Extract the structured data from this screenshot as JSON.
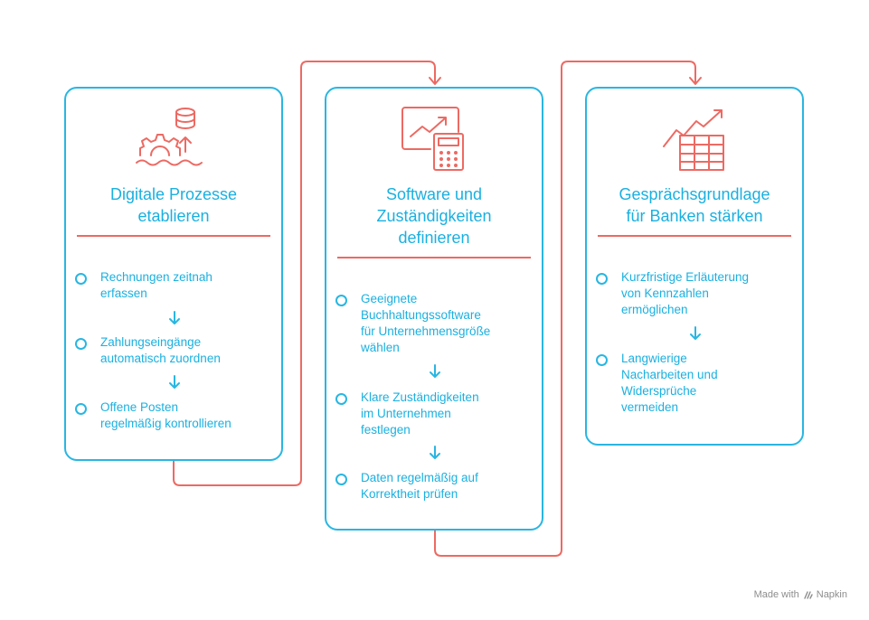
{
  "colors": {
    "accent_blue": "#29b6e2",
    "accent_red": "#ec6a63",
    "text_blue": "#1ab0e0"
  },
  "cards": [
    {
      "icon": "gear-database-upload-icon",
      "title": [
        "Digitale Prozesse",
        "etablieren"
      ],
      "steps": [
        [
          "Rechnungen zeitnah",
          "erfassen"
        ],
        [
          "Zahlungseingänge",
          "automatisch zuordnen"
        ],
        [
          "Offene Posten",
          "regelmäßig kontrollieren"
        ]
      ]
    },
    {
      "icon": "chart-calculator-icon",
      "title": [
        "Software und",
        "Zuständigkeiten",
        "definieren"
      ],
      "steps": [
        [
          "Geeignete",
          "Buchhaltungssoftware",
          "für Unternehmensgröße",
          "wählen"
        ],
        [
          "Klare Zuständigkeiten",
          "im Unternehmen",
          "festlegen"
        ],
        [
          "Daten regelmäßig auf",
          "Korrektheit prüfen"
        ]
      ]
    },
    {
      "icon": "trend-table-icon",
      "title": [
        "Gesprächsgrundlage",
        "für Banken stärken"
      ],
      "steps": [
        [
          "Kurzfristige Erläuterung",
          "von Kennzahlen",
          "ermöglichen"
        ],
        [
          "Langwierige",
          "Nacharbeiten und",
          "Widersprüche",
          "vermeiden"
        ]
      ]
    }
  ],
  "footer": {
    "prefix": "Made with",
    "brand": "Napkin"
  }
}
